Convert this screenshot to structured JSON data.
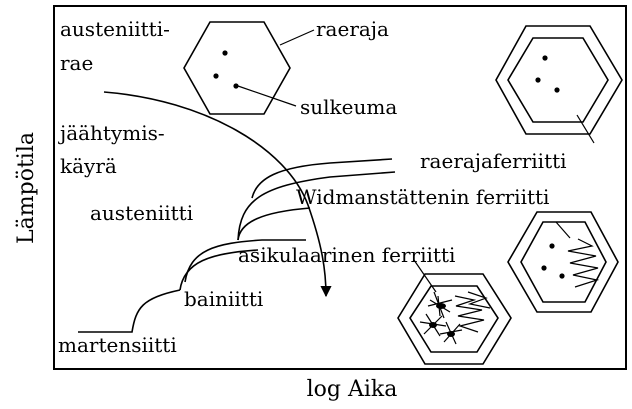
{
  "axes": {
    "x_label": "log Aika",
    "y_label": "Lämpötila"
  },
  "labels": {
    "austenite_grain_1": "austeniitti-",
    "austenite_grain_2": "rae",
    "grain_boundary": "raeraja",
    "inclusion": "sulkeuma",
    "cooling_curve_1": "jäähtymis-",
    "cooling_curve_2": "käyrä",
    "austenite": "austeniitti",
    "grain_boundary_ferrite": "raerajaferriitti",
    "widmanstatten_ferrite": "Widmanstättenin ferriitti",
    "acicular_ferrite": "asikulaarinen ferriitti",
    "bainite": "bainiitti",
    "martensite": "martensiitti"
  }
}
